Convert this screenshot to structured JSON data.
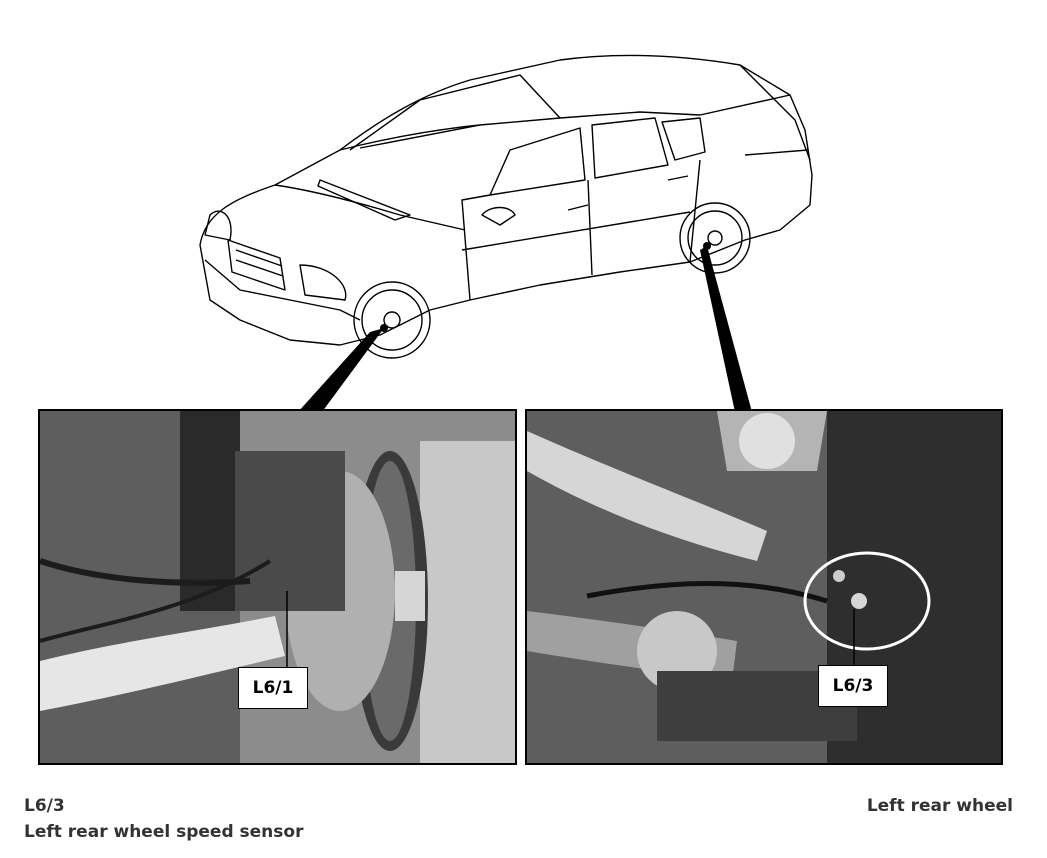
{
  "callouts": {
    "left": "L6/1",
    "right": "L6/3"
  },
  "caption": {
    "component_code": "L6/3",
    "component_name": "Left rear wheel speed sensor",
    "location": "Left rear wheel"
  },
  "colors": {
    "line": "#000000",
    "text": "#333333",
    "photo_dark": "#2a2a2a",
    "photo_mid": "#8c8c8c",
    "photo_light": "#d6d6d6"
  }
}
